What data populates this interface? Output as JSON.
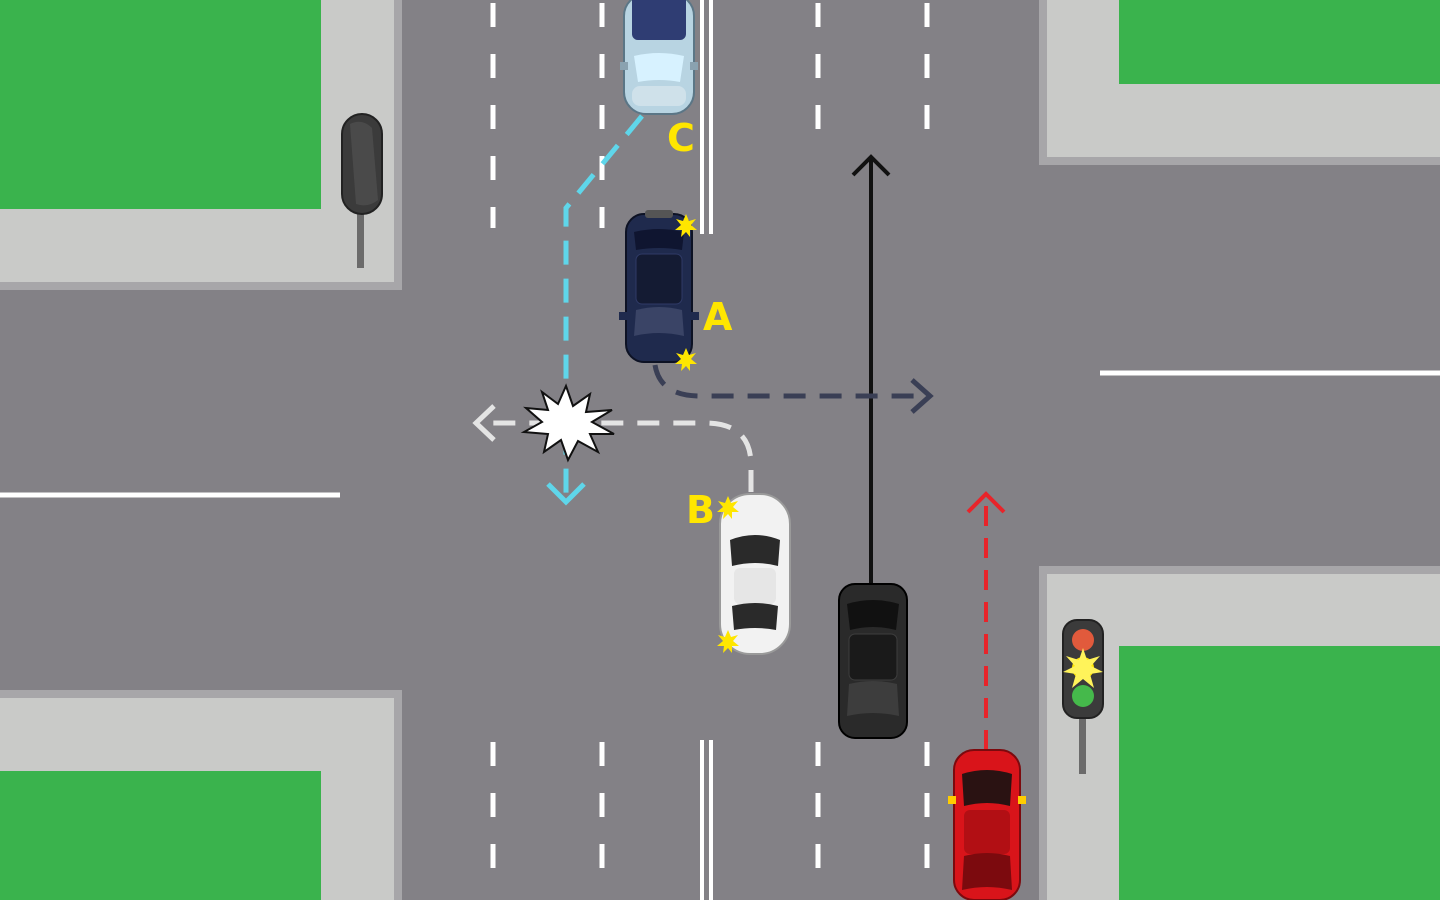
{
  "colors": {
    "road": "#838186",
    "grass": "#3ab34d",
    "sidewalk": "#c9cac8",
    "curb": "#a7a6a9",
    "marking": "#ffffff",
    "label": "#ffe600",
    "path_c": "#5fd6ea",
    "path_a": "#3a3f55",
    "path_b": "#e4e4e4",
    "path_red": "#e8242a",
    "path_black": "#111111"
  },
  "vehicles": [
    {
      "id": "C",
      "label": "C",
      "body_color": "#b8d4e2",
      "roof_color": "#2f3d73",
      "direction": "down"
    },
    {
      "id": "A",
      "label": "A",
      "body_color": "#1f2a4d",
      "roof_color": "#141b33",
      "direction": "up",
      "indicator": "right"
    },
    {
      "id": "B",
      "label": "B",
      "body_color": "#f2f2f2",
      "roof_color": "#2a2a2a",
      "direction": "up",
      "indicator": "left"
    },
    {
      "id": "black-car",
      "label": "",
      "body_color": "#2a2a2a",
      "roof_color": "#111111",
      "direction": "up"
    },
    {
      "id": "red-car",
      "label": "",
      "body_color": "#d9141a",
      "roof_color": "#7c0a0e",
      "direction": "up"
    }
  ],
  "signals": [
    {
      "id": "signal-northwest",
      "state": "off"
    },
    {
      "id": "signal-southeast",
      "state": "amber"
    }
  ],
  "collision": {
    "symbol": "starburst"
  }
}
